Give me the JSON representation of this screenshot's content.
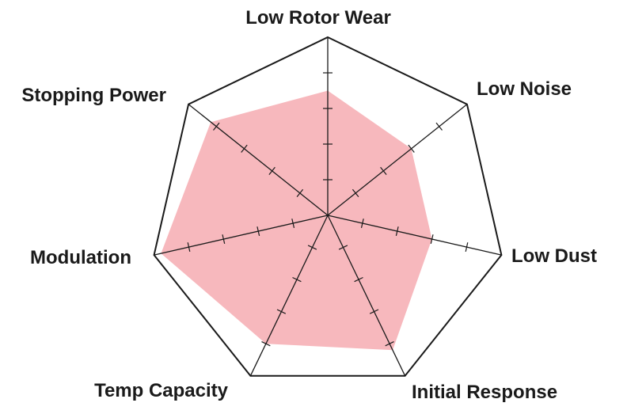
{
  "chart_data": {
    "type": "radar",
    "categories": [
      "Low Rotor Wear",
      "Low Noise",
      "Low Dust",
      "Initial Response",
      "Temp Capacity",
      "Modulation",
      "Stopping Power"
    ],
    "series": [
      {
        "values": [
          3.5,
          3.0,
          3.0,
          4.2,
          4.0,
          4.8,
          4.2
        ]
      }
    ],
    "range": [
      0,
      5
    ],
    "ticks": [
      1,
      2,
      3,
      4
    ],
    "fill_color": "#f7b8bd",
    "line_color": "#1a1a1a",
    "grid": "outer-heptagon-only"
  }
}
